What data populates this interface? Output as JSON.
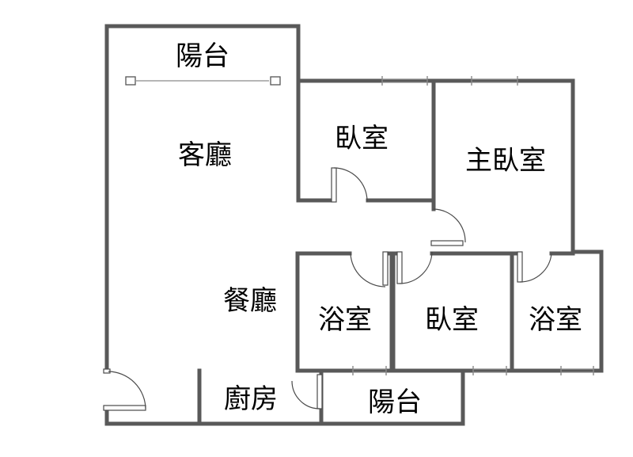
{
  "rooms": {
    "balcony_north": "陽台",
    "living_room": "客廳",
    "bedroom_north": "臥室",
    "master_bedroom": "主臥室",
    "dining_room": "餐廳",
    "bathroom_west": "浴室",
    "bedroom_middle": "臥室",
    "bathroom_east": "浴室",
    "kitchen": "廚房",
    "balcony_south": "陽台"
  },
  "colors": {
    "wall": "#595959",
    "label": "#000000",
    "background": "#ffffff"
  }
}
